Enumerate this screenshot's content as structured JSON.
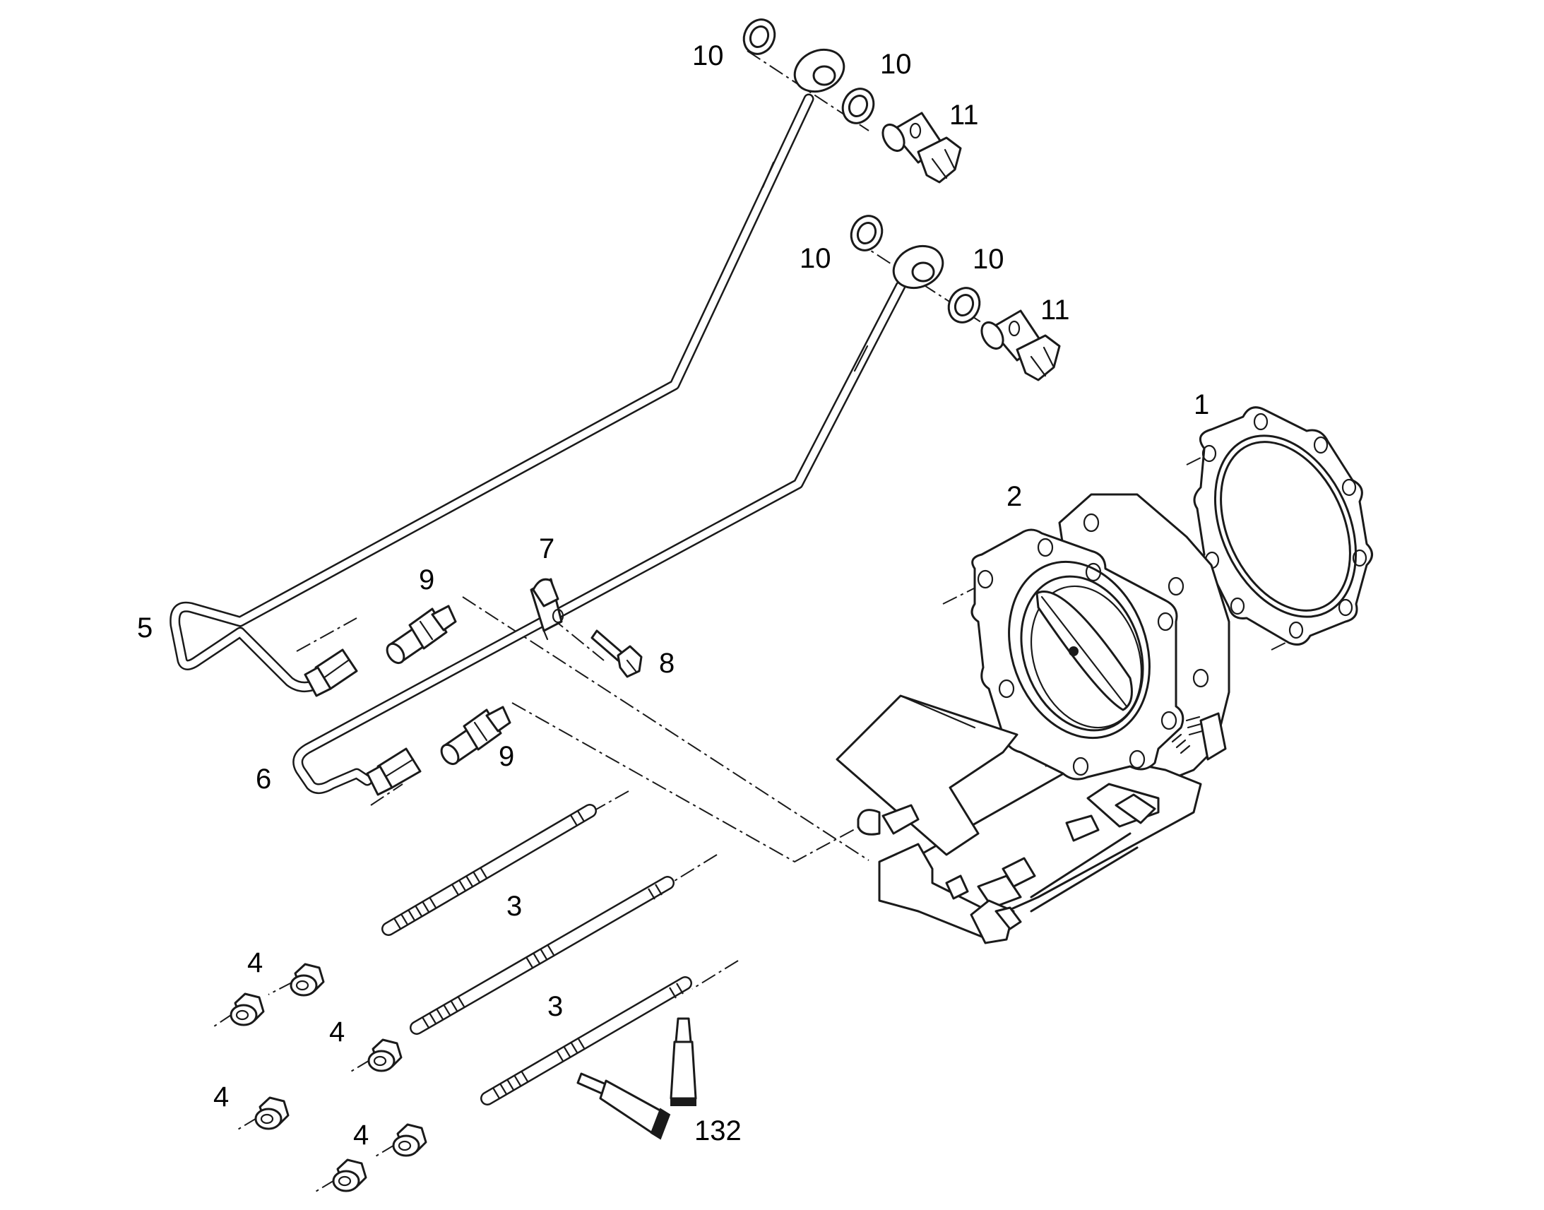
{
  "callouts": {
    "c1": "1",
    "c2": "2",
    "c3a": "3",
    "c3b": "3",
    "c4a": "4",
    "c4b": "4",
    "c4c": "4",
    "c4d": "4",
    "c5": "5",
    "c6": "6",
    "c7": "7",
    "c8": "8",
    "c9a": "9",
    "c9b": "9",
    "c10a": "10",
    "c10b": "10",
    "c10c": "10",
    "c10d": "10",
    "c11a": "11",
    "c11b": "11",
    "c132": "132"
  },
  "colors": {
    "line": "#1a1a1a",
    "background": "#ffffff"
  }
}
